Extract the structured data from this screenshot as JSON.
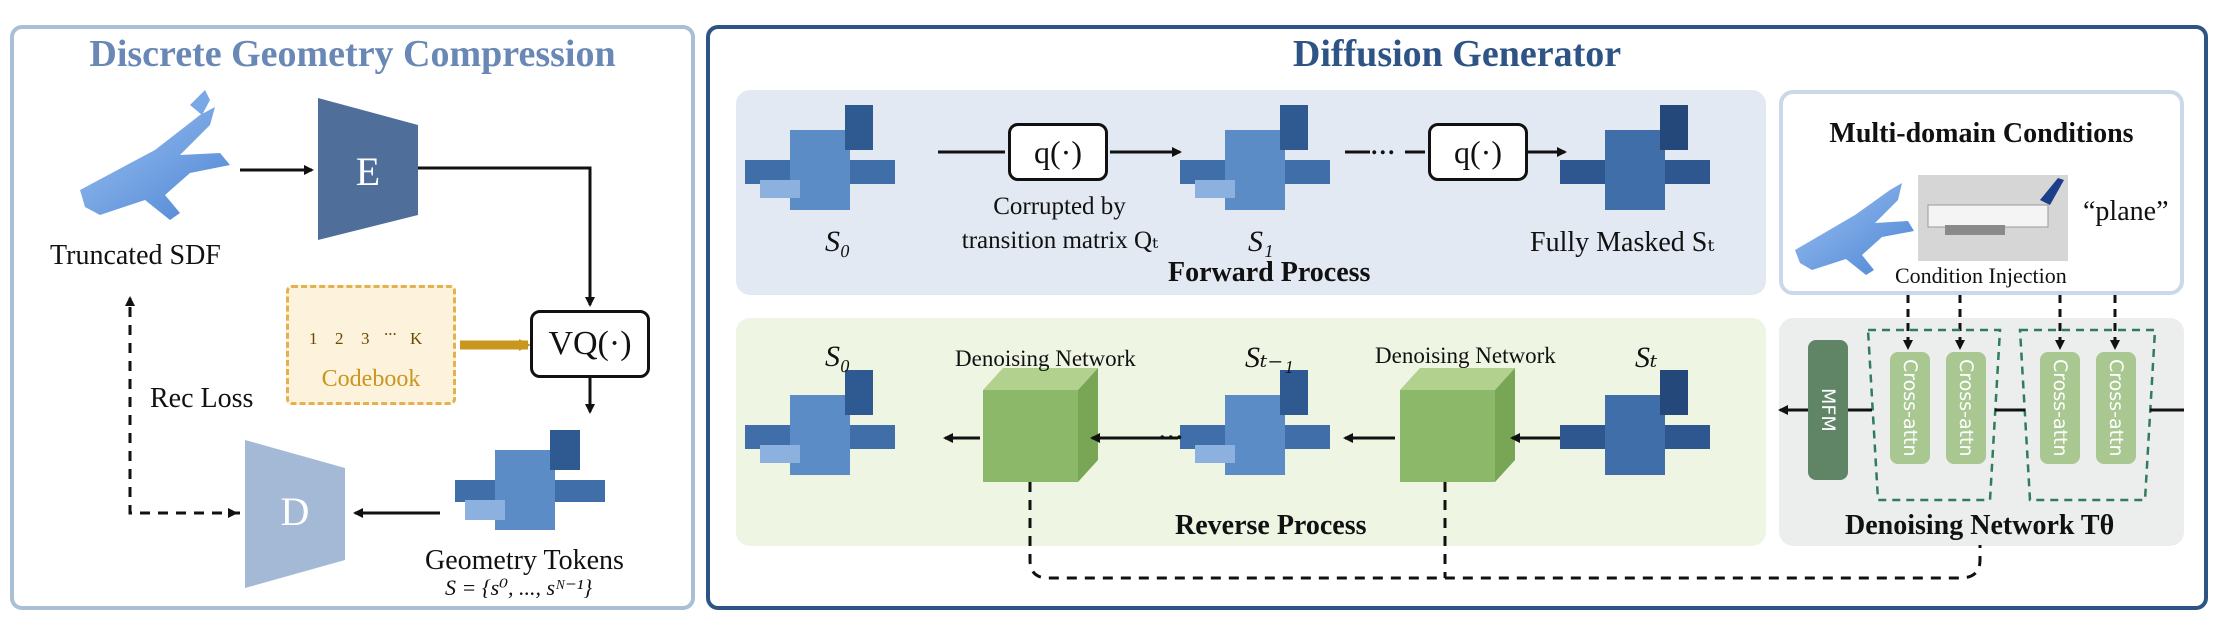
{
  "left_panel": {
    "title": "Discrete Geometry Compression",
    "truncated_sdf": "Truncated SDF",
    "encoder": "E",
    "decoder": "D",
    "vq": "VQ(·)",
    "codebook_label": "Codebook",
    "codebook_entries": [
      "1",
      "2",
      "3",
      "...",
      "K"
    ],
    "rec_loss": "Rec Loss",
    "geometry_tokens": "Geometry Tokens",
    "token_formula": "S = {s⁰, ..., sᴺ⁻¹}"
  },
  "right_panel": {
    "title": "Diffusion Generator",
    "forward": {
      "label": "Forward Process",
      "s0": "S₀",
      "q_box_1": "q(·)",
      "corrupted_line1": "Corrupted by",
      "corrupted_line2": "transition matrix Qₜ",
      "s1": "S₁",
      "dots": "...",
      "q_box_2": "q(·)",
      "fully_masked": "Fully Masked Sₜ"
    },
    "reverse": {
      "label": "Reverse Process",
      "s0": "S₀",
      "denoise_1": "Denoising Network",
      "s_t_minus_1": "Sₜ₋₁",
      "denoise_2": "Denoising Network",
      "s_t": "Sₜ",
      "dots": "..."
    },
    "conditions": {
      "title": "Multi-domain Conditions",
      "text_prompt": "“plane”",
      "injection": "Condition Injection"
    },
    "denoiser": {
      "title": "Denoising Network Tθ",
      "mfm": "MFM",
      "cross_attn": "Cross-attn"
    }
  },
  "colors": {
    "left_border": "#a9bfd6",
    "right_border": "#2e5486",
    "forward_bg": "#e2e9f3",
    "reverse_bg": "#eef5e3",
    "denoise_box": "#8cb86a",
    "encoder": "#4f6e9a",
    "decoder": "#a3b9d6",
    "codebook": "#e3b24f",
    "mfm": "#5f8566",
    "cross_attn": "#a9c790"
  }
}
